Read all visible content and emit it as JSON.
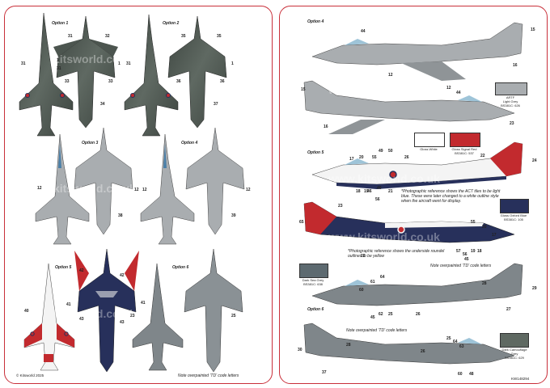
{
  "left_sheet": {
    "options": {
      "opt1": "Option 1",
      "opt2": "Option 2",
      "opt3": "Option 3",
      "opt4": "Option 4",
      "opt5": "Option 5",
      "opt6": "Option 6"
    },
    "numbers": {
      "n31a": "31",
      "n31b": "31",
      "n31c": "31",
      "n32": "32",
      "n33a": "33",
      "n33b": "33",
      "n34": "34",
      "n1a": "1",
      "n1b": "1",
      "n35a": "35",
      "n35b": "35",
      "n36a": "36",
      "n36b": "36",
      "n37": "37",
      "n31d": "31",
      "n1c": "1",
      "n12a": "12",
      "n12b": "12",
      "n38": "38",
      "n12c": "12",
      "n12d": "12",
      "n39": "39",
      "n42a": "42",
      "n42b": "42",
      "n41a": "41",
      "n41b": "41",
      "n40": "40",
      "n43a": "43",
      "n43b": "43",
      "n23": "23",
      "n25": "25"
    },
    "copyright": "© Kitsworld 2025",
    "note_td": "Note overpainted 'TD' code letters"
  },
  "right_sheet": {
    "options": {
      "opt4": "Option 4",
      "opt5": "Option 5",
      "opt6": "Option 6"
    },
    "numbers": {
      "r44a": "44",
      "r15a": "15",
      "r16a": "16",
      "r12a": "12",
      "r15b": "15",
      "r12b": "12",
      "r44b": "44",
      "r16b": "16",
      "r23a": "23",
      "r24": "24",
      "r22a": "22",
      "r17a": "17",
      "r20a": "20",
      "r49": "49",
      "r55a": "55",
      "r50": "50",
      "r26": "26",
      "r18": "18",
      "r19": "19",
      "r40a": "40",
      "r21": "21",
      "r56a": "56",
      "r46": "46",
      "r23b": "23",
      "r65": "65",
      "r55b": "55",
      "r20b": "20",
      "r17b": "17",
      "r22b": "22",
      "r57": "57",
      "r56b": "56",
      "r19b": "19",
      "r18b": "18",
      "r45a": "45",
      "r64": "64",
      "r61": "61",
      "r60": "60",
      "r62": "62",
      "r25a": "25",
      "r45b": "45",
      "r26b": "26",
      "r28": "28",
      "r29": "29",
      "r27": "27",
      "r30": "30",
      "r28b": "28",
      "r25b": "25",
      "r64b": "64",
      "r63": "63",
      "r37": "37",
      "r60b": "60",
      "r48": "48",
      "r26c": "26"
    },
    "swatches": {
      "artf": "ARTF\nLight Grey\nBS381C: 626",
      "white": "Gloss White",
      "red": "Gloss Signal Red\nBS381C: 537",
      "blue": "Gloss Oxford Blue\nBS381C: 105",
      "sea": "Dark Sea Grey\nBS381C: 638",
      "camo": "Dark Camouflage\nGrey\nBS381C: 629"
    },
    "notes": {
      "act_tiles": "*Photographic reference shows the ACT tiles to be light blue. These were later changed to a white outline style when the aircraft went for display.",
      "roundel": "*Photographic reference shows the underside roundel outlines to be yellow",
      "td1": "Note overpainted 'TD' code letters",
      "td2": "Note overpainted 'TD' code letters"
    },
    "sheet_code": "KW148294"
  },
  "colors": {
    "border": "#c9303a",
    "light_grey": "#a9adb0",
    "camo_grey": "#5f6962",
    "dark_camo": "#3c443f",
    "signal_red": "#c22a2e",
    "oxford_blue": "#27305b",
    "sea_grey": "#5d6a70"
  }
}
